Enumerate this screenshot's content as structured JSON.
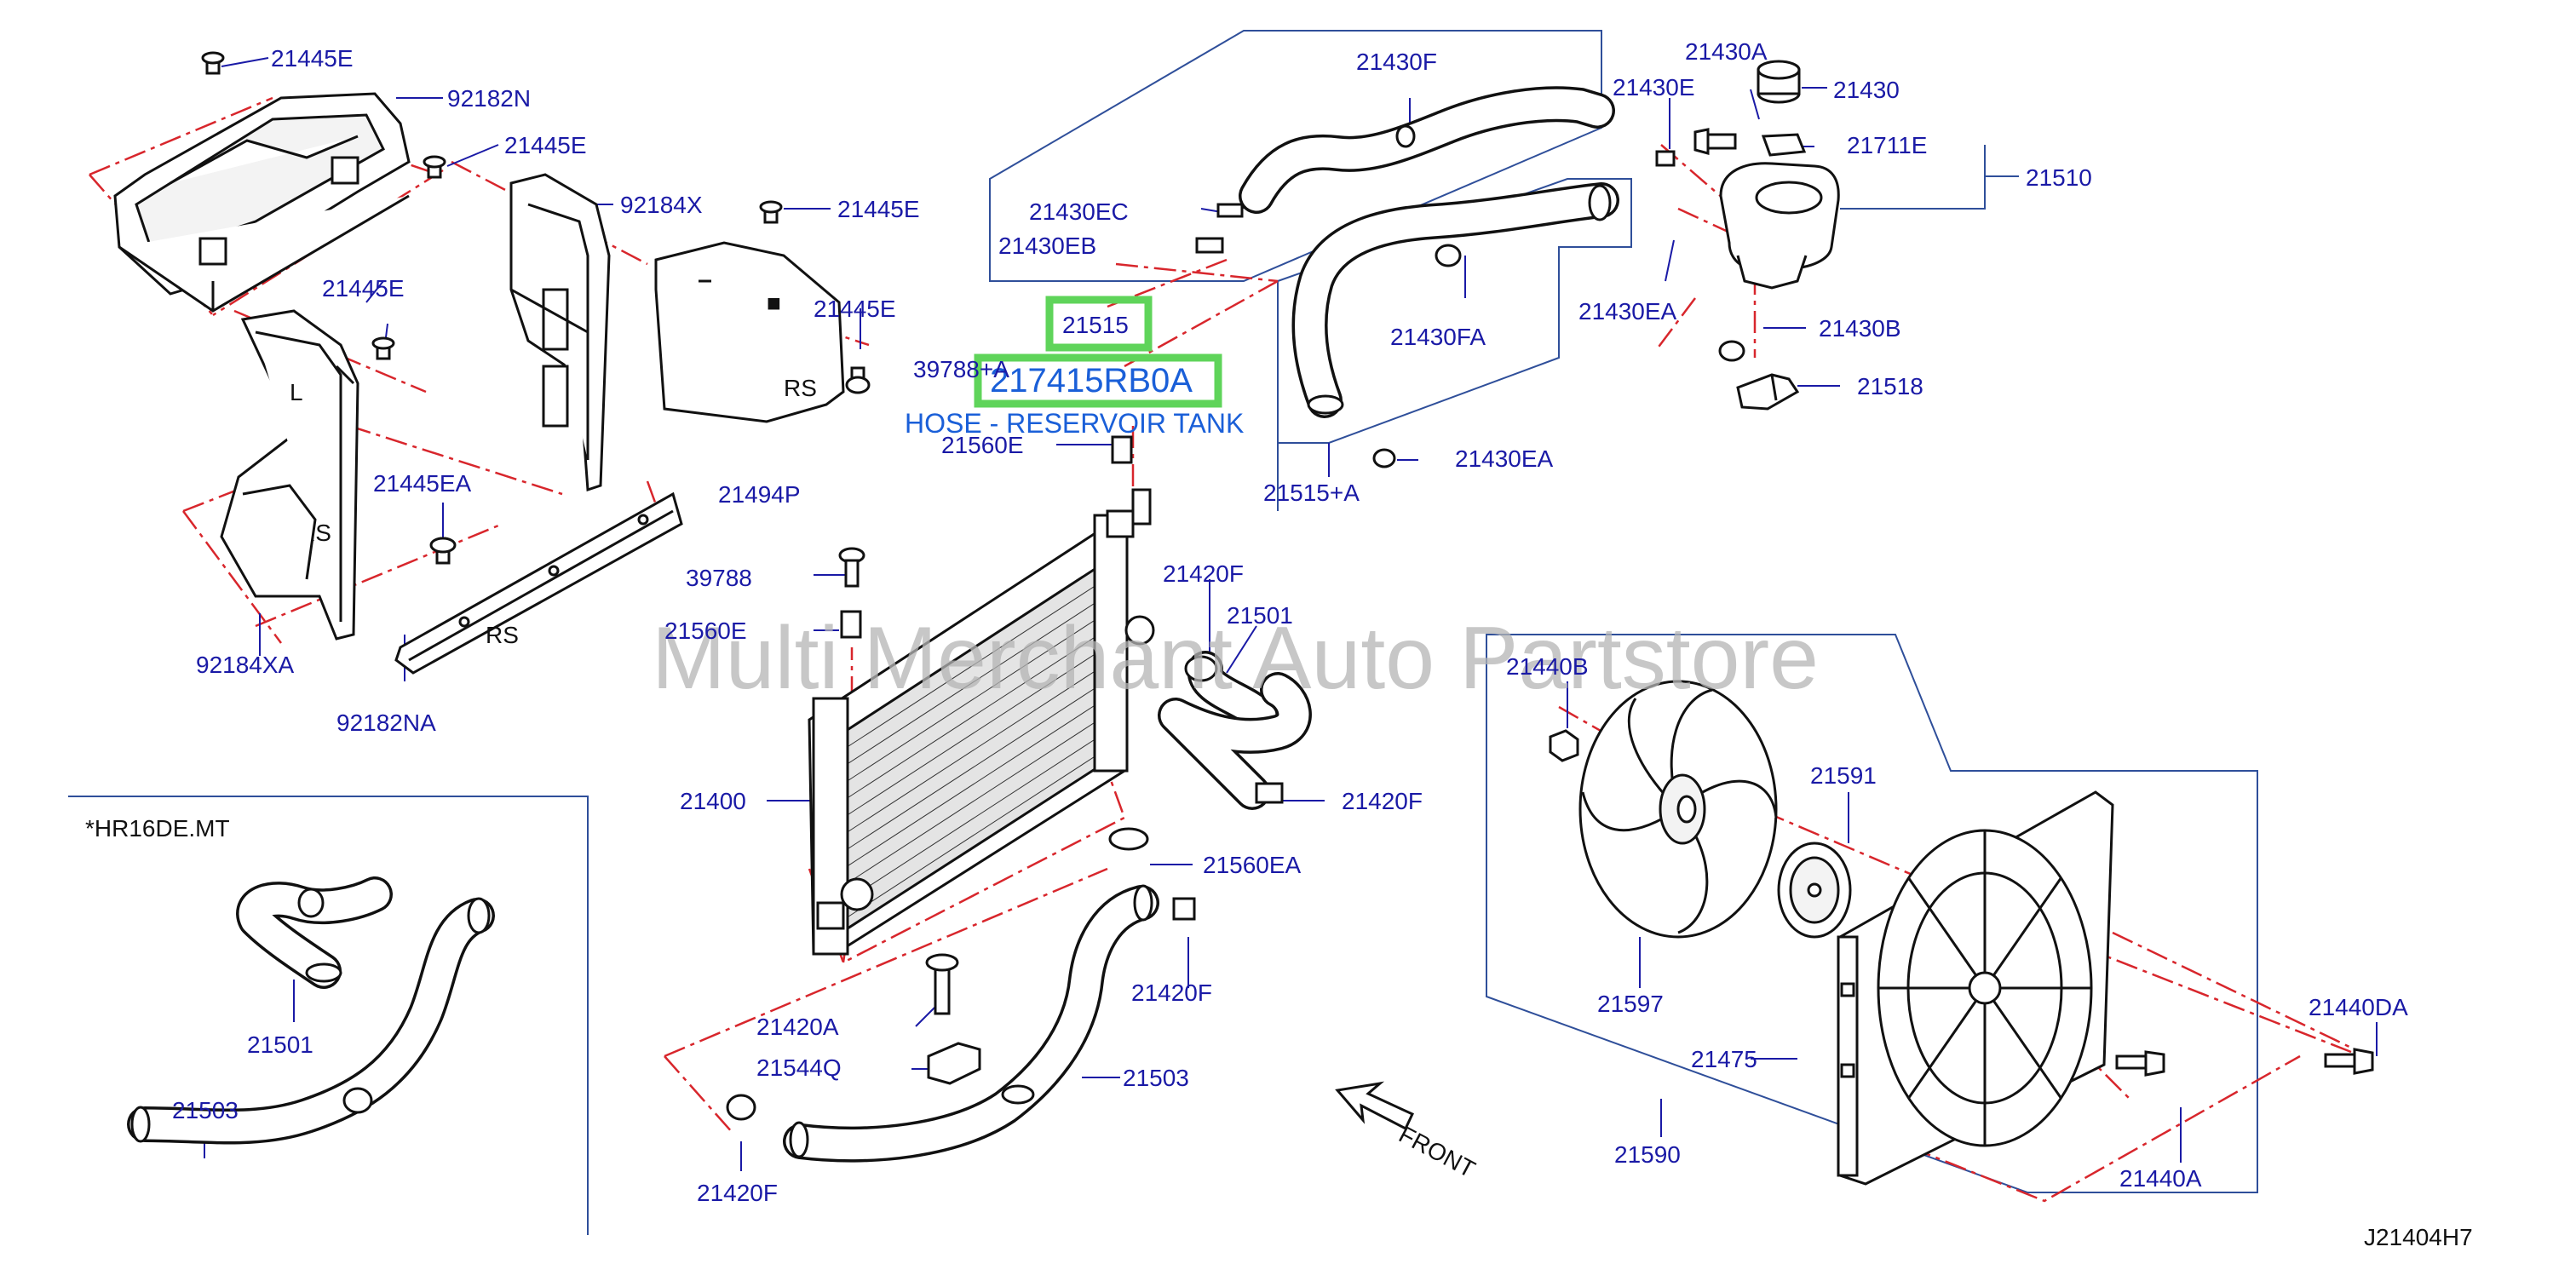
{
  "diagram": {
    "reference_code": "J21404H7",
    "watermark": "Multi Merchant Auto Partstore",
    "variant_note": "*HR16DE.MT",
    "front_label": "FRONT",
    "highlight": {
      "assembly_ref": "21515",
      "part_number": "217415RB0A",
      "description": "HOSE - RESERVOIR TANK"
    },
    "parts": {
      "p21445E_a": "21445E",
      "p92182N": "92182N",
      "p21445E_b": "21445E",
      "p92184X": "92184X",
      "p21445E_c": "21445E",
      "p21445E_d": "21445E",
      "p21445E_e": "21445E",
      "p21494P": "21494P",
      "p21445EA": "21445EA",
      "p92184XA": "92184XA",
      "p92182NA": "92182NA",
      "p21430F_top": "21430F",
      "p21430E": "21430E",
      "p21430A": "21430A",
      "p21430": "21430",
      "p21711E": "21711E",
      "p21510": "21510",
      "p21430EC": "21430EC",
      "p21430EB": "21430EB",
      "p21430FA": "21430FA",
      "p21430EA_a": "21430EA",
      "p21430B": "21430B",
      "p21518": "21518",
      "p39788A": "39788+A",
      "p21560E_a": "21560E",
      "p21430EA_b": "21430EA",
      "p21515A": "21515+A",
      "p39788": "39788",
      "p21420F_a": "21420F",
      "p21501": "21501",
      "p21560E_b": "21560E",
      "p21440B": "21440B",
      "p21591": "21591",
      "p21400": "21400",
      "p21420F_b": "21420F",
      "p21560EA": "21560EA",
      "p21501_inset": "21501",
      "p21420F_c": "21420F",
      "p21597": "21597",
      "p21440DA": "21440DA",
      "p21420A": "21420A",
      "p21544Q": "21544Q",
      "p21503": "21503",
      "p21475": "21475",
      "p21503_inset": "21503",
      "p21590": "21590",
      "p21420F_d": "21420F",
      "p21440A": "21440A"
    },
    "colors": {
      "label": "#1a1aa6",
      "highlight_box": "#5fd45a",
      "highlight_text": "#1a5fd8",
      "phantom_line": "#d8262c",
      "group_frame": "#2f4f9a",
      "watermark": "#b4b4b4"
    }
  }
}
